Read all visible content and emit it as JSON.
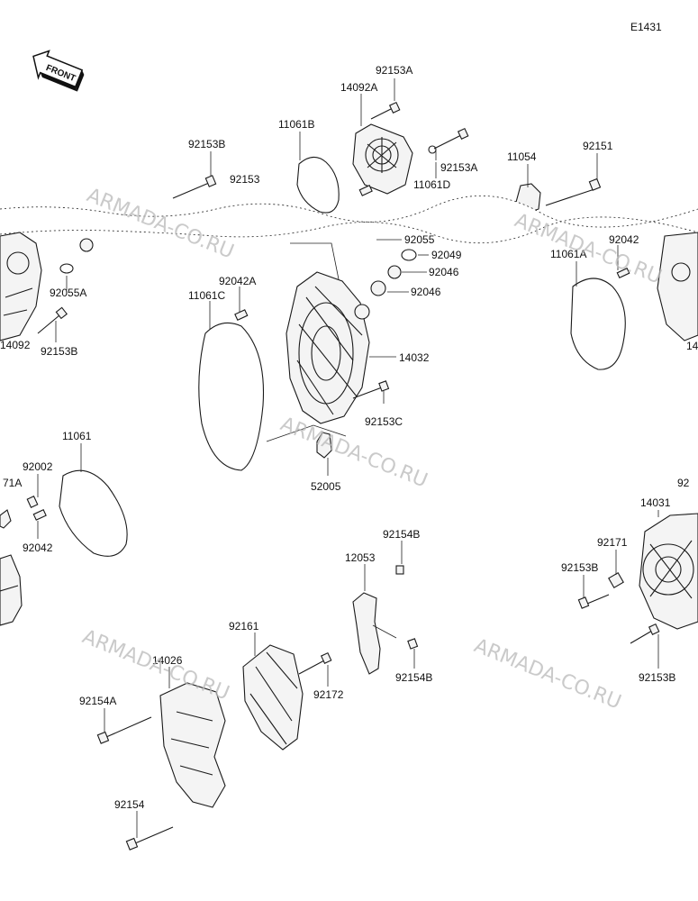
{
  "diagram_code": "E1431",
  "front_label": "FRONT",
  "watermark": "ARMADA-CO.RU",
  "labels": {
    "l_92153A_top": "92153A",
    "l_14092A": "14092A",
    "l_11061B": "11061B",
    "l_92153B_top": "92153B",
    "l_92153": "92153",
    "l_92153A_mid": "92153A",
    "l_11061D": "11061D",
    "l_11054": "11054",
    "l_92151": "92151",
    "l_92055": "92055",
    "l_92049": "92049",
    "l_92046_a": "92046",
    "l_92046_b": "92046",
    "l_92042_right": "92042",
    "l_11061A": "11061A",
    "l_92055A": "92055A",
    "l_14092": "14092",
    "l_92153B_left": "92153B",
    "l_92042A": "92042A",
    "l_11061C": "11061C",
    "l_14032": "14032",
    "l_92153C": "92153C",
    "l_52005": "52005",
    "l_11061": "11061",
    "l_92002": "92002",
    "l_71A": "71A",
    "l_92042_left": "92042",
    "l_14": "14",
    "l_92_right": "92",
    "l_14031": "14031",
    "l_92171": "92171",
    "l_92153B_right": "92153B",
    "l_92153B_bottomright": "92153B",
    "l_92154B_top": "92154B",
    "l_12053": "12053",
    "l_92154B_bottom": "92154B",
    "l_92161": "92161",
    "l_92172": "92172",
    "l_14026": "14026",
    "l_92154A": "92154A",
    "l_92154": "92154"
  }
}
